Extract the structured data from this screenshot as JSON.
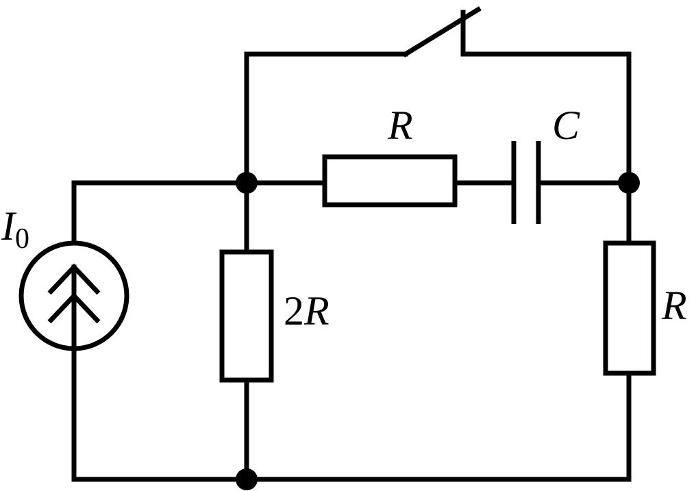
{
  "labels": {
    "source_symbol": "I",
    "source_subscript": "0",
    "resistor_top": "R",
    "capacitor": "C",
    "resistor_left_coefficient": "2",
    "resistor_left_symbol": "R",
    "resistor_right": "R"
  }
}
